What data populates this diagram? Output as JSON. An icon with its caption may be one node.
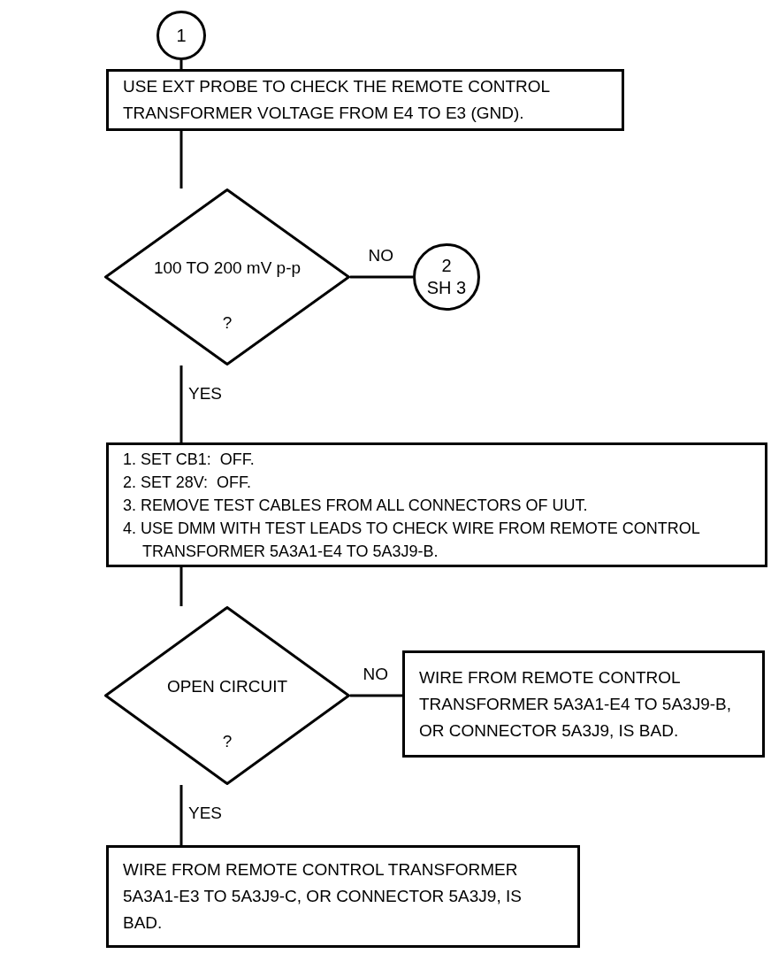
{
  "diagram": {
    "nodes": [
      {
        "text": [
          "1"
        ]
      },
      {
        "text": [
          "USE EXT PROBE TO CHECK THE REMOTE CONTROL TRANSFORMER VOLTAGE FROM E4 TO E3 (GND)."
        ]
      },
      {
        "text": [
          "100 TO 200 mV p-p",
          "?"
        ]
      },
      {
        "text": [
          "2",
          "SH 3"
        ]
      },
      {
        "text": [
          "1. SET CB1:  OFF.",
          "2. SET 28V:  OFF.",
          "3. REMOVE TEST CABLES FROM ALL CONNECTORS OF UUT.",
          "4. USE DMM WITH TEST LEADS TO CHECK WIRE FROM REMOTE CONTROL TRANSFORMER 5A3A1-E4 TO 5A3J9-B."
        ]
      },
      {
        "text": [
          "OPEN CIRCUIT",
          "?"
        ]
      },
      {
        "text": [
          "WIRE FROM REMOTE CONTROL TRANSFORMER 5A3A1-E4 TO 5A3J9-B, OR CONNECTOR 5A3J9, IS BAD."
        ]
      },
      {
        "text": [
          "WIRE FROM REMOTE CONTROL TRANSFORMER 5A3A1-E3 TO 5A3J9-C, OR CONNECTOR 5A3J9, IS BAD."
        ]
      }
    ],
    "edges": [
      {
        "from": 0,
        "to": 1,
        "arrow": "none"
      },
      {
        "from": 1,
        "to": 2,
        "arrow": "none"
      },
      {
        "from": 2,
        "to": 3,
        "arrow": "none",
        "label": "NO"
      },
      {
        "from": 2,
        "to": 4,
        "arrow": "none",
        "label": "YES"
      },
      {
        "from": 4,
        "to": 5,
        "arrow": "none"
      },
      {
        "from": 5,
        "to": 6,
        "arrow": "none",
        "label": "NO"
      },
      {
        "from": 5,
        "to": 7,
        "arrow": "none",
        "label": "YES"
      }
    ]
  }
}
